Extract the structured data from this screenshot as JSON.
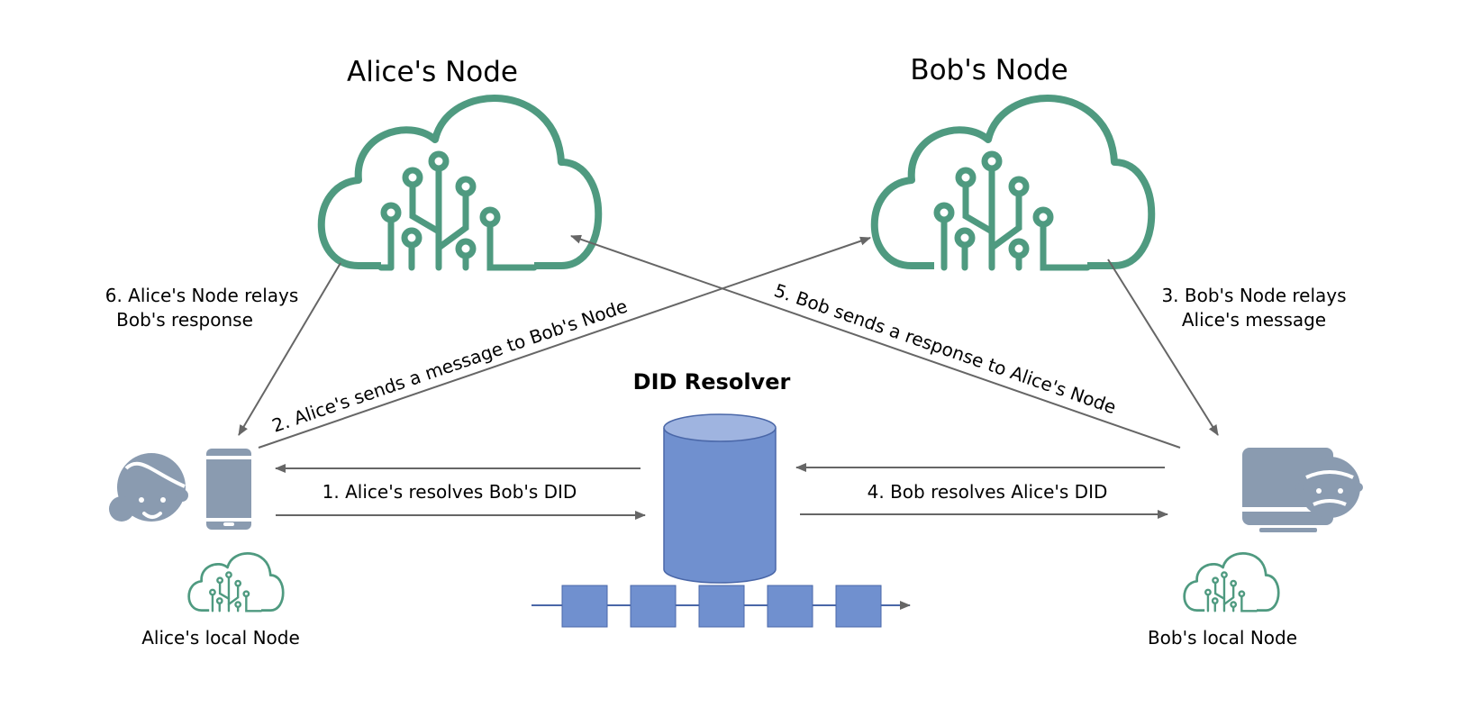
{
  "nodes": {
    "alice_node": {
      "title": "Alice's Node"
    },
    "bob_node": {
      "title": "Bob's Node"
    },
    "did_resolver": {
      "title": "DID Resolver"
    },
    "alice_local": {
      "label": "Alice's local Node"
    },
    "bob_local": {
      "label": "Bob's local Node"
    }
  },
  "steps": {
    "s1": "1. Alice's resolves Bob's DID",
    "s2": "2. Alice's sends a message to Bob's Node",
    "s3_line1": "3. Bob's Node relays",
    "s3_line2": "Alice's message",
    "s4": "4. Bob resolves Alice's DID",
    "s5": "5. Bob sends a response to Alice's Node",
    "s6_line1": "6. Alice's Node relays",
    "s6_line2": "Bob's response"
  },
  "colors": {
    "cloud_green": "#4f9a80",
    "device_gray": "#8a9bb0",
    "resolver_blue": "#7090cf",
    "resolver_top": "#9fb4e0",
    "resolver_stroke": "#4a67a8",
    "arrow_gray": "#666666"
  },
  "blockchain": {
    "block_count": 5
  }
}
